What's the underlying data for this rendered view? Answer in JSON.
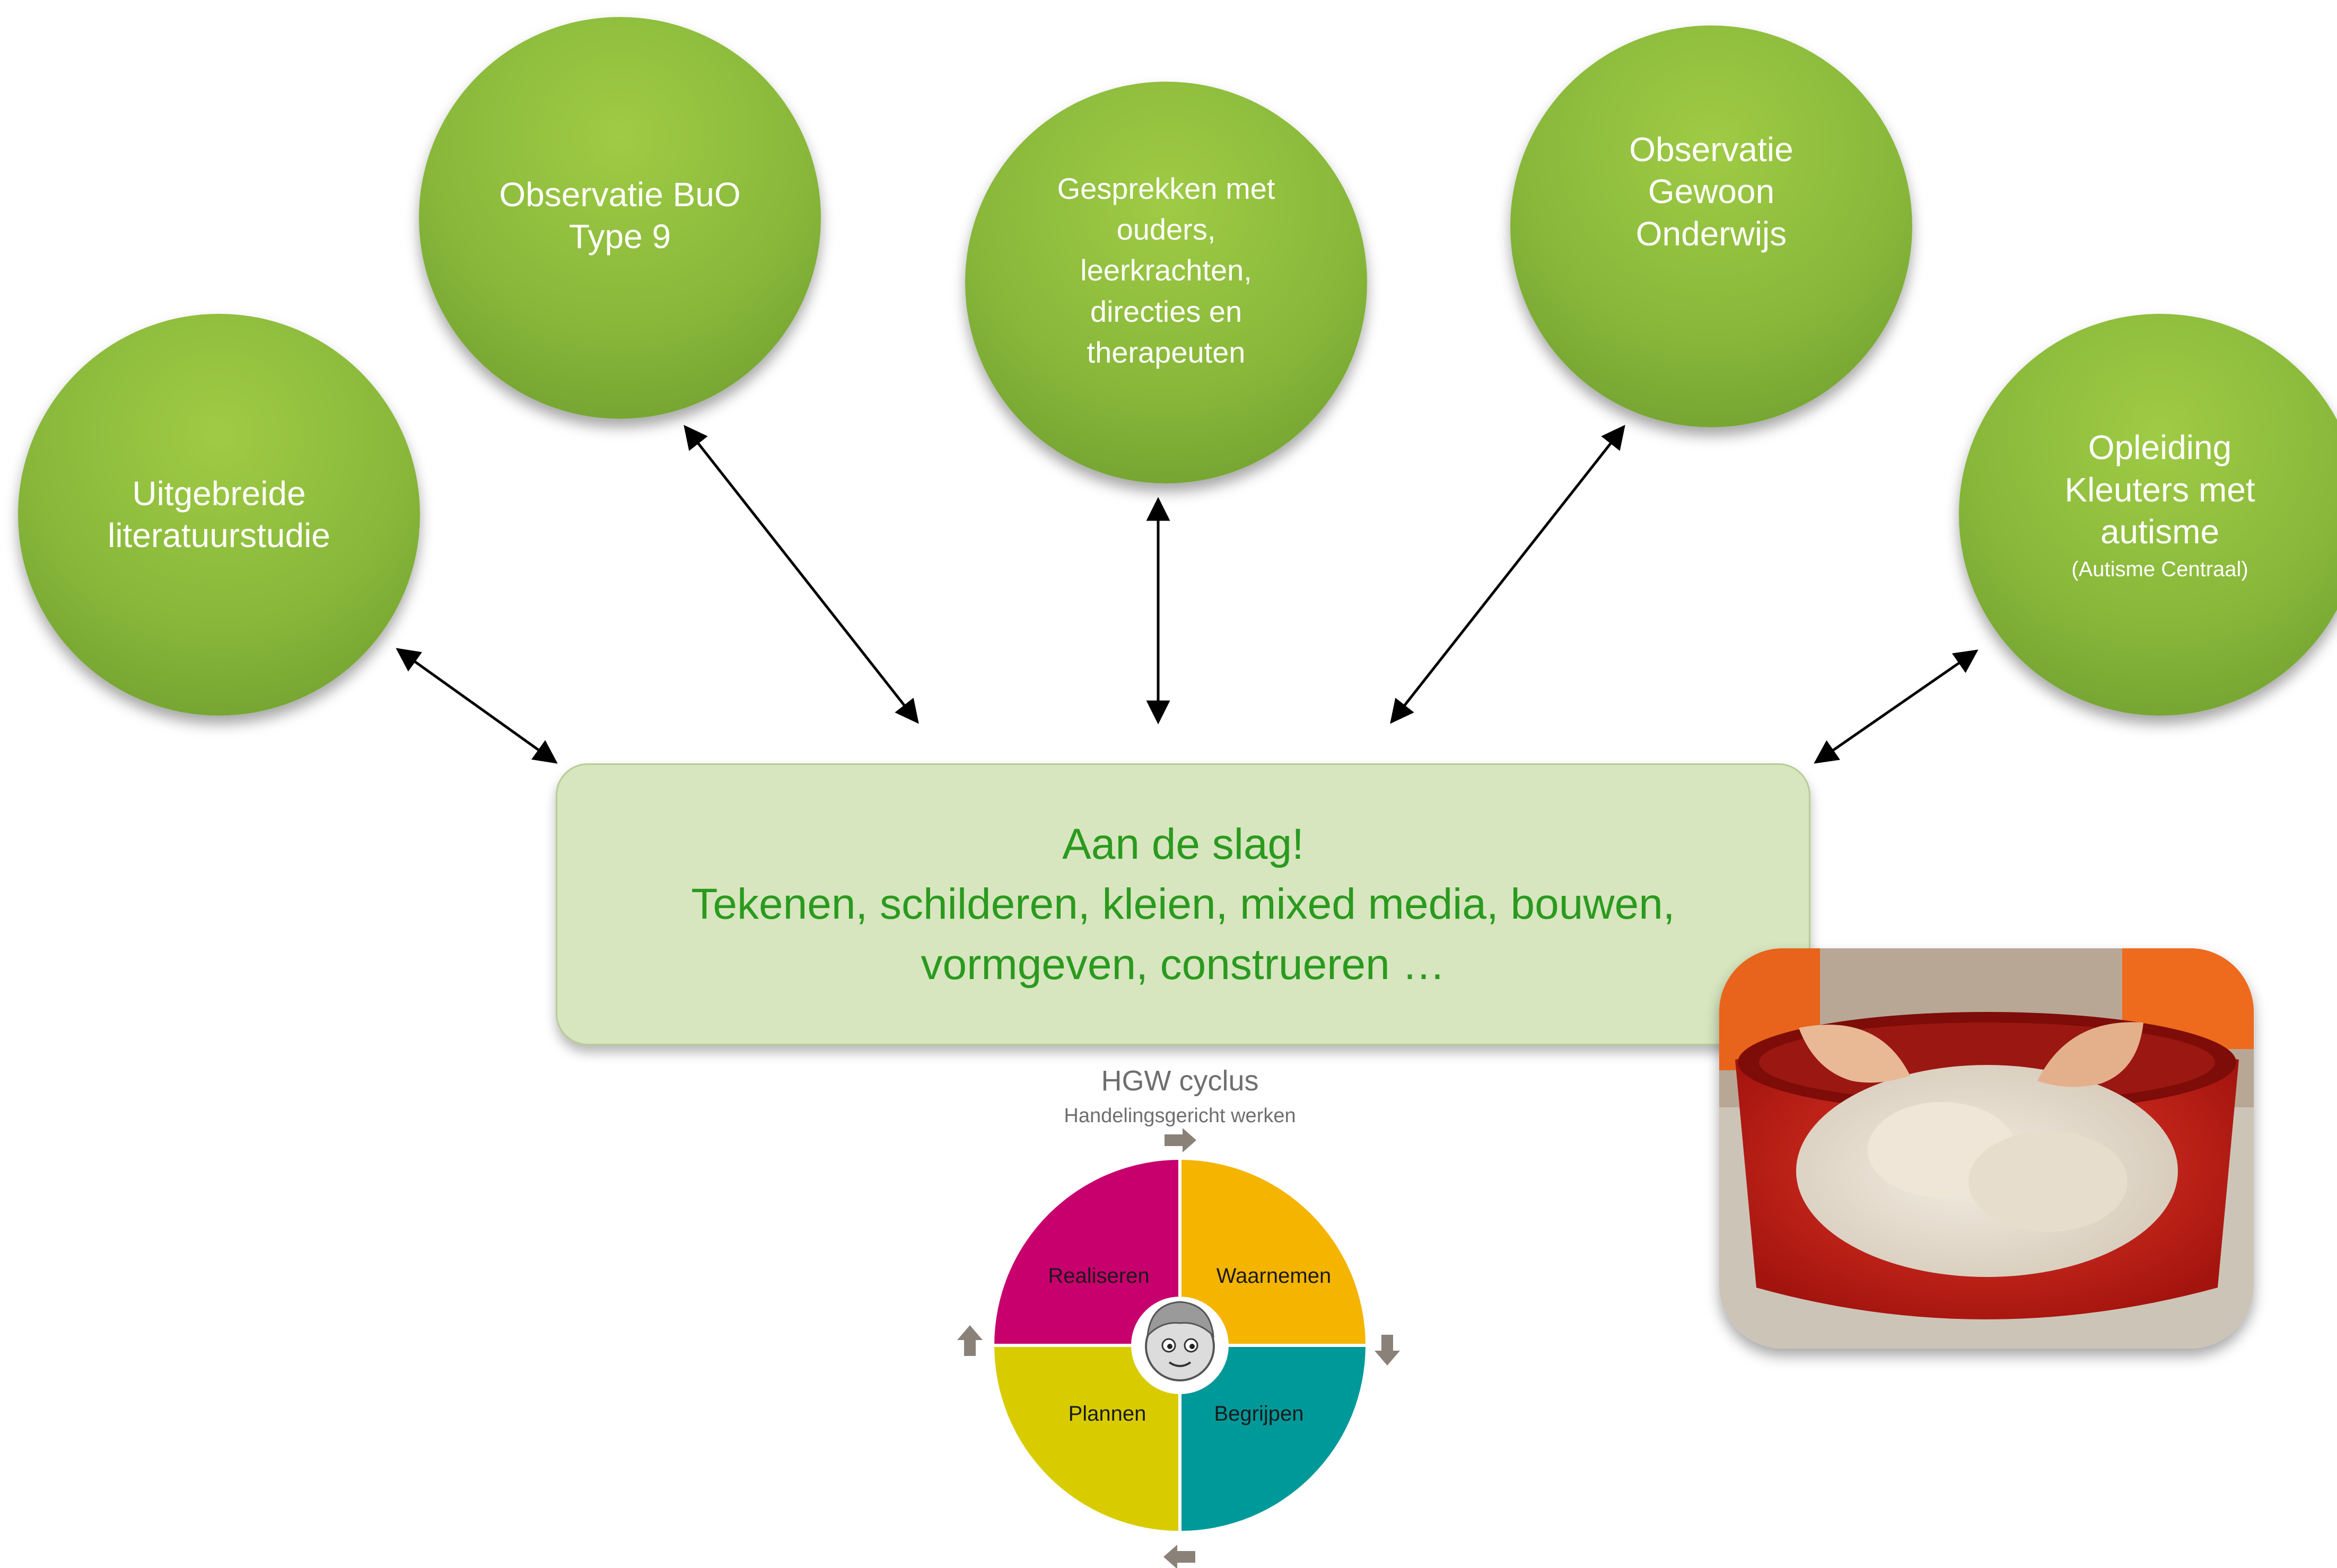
{
  "sources": {
    "literature": {
      "text": "Uitgebreide\nliteratuurstudie"
    },
    "observation_buo": {
      "text": "Observatie BuO\nType 9"
    },
    "conversations": {
      "text": "Gesprekken met\nouders,\nleerkrachten,\ndirecties en\ntherapeuten"
    },
    "observation_regular": {
      "text": "Observatie\nGewoon\nOnderwijs"
    },
    "training": {
      "text": "Opleiding\nKleuters met\nautisme",
      "sub": "(Autisme Centraal)"
    }
  },
  "action": {
    "line1": "Aan de slag!",
    "line2": "Tekenen, schilderen, kleien, mixed media, bouwen,",
    "line3": "vormgeven, construeren …"
  },
  "hgw": {
    "title": "HGW cyclus",
    "subtitle": "Handelingsgericht werken",
    "quadrants": {
      "realiseren": {
        "label": "Realiseren",
        "color": "#c8006e"
      },
      "waarnemen": {
        "label": "Waarnemen",
        "color": "#f5b400"
      },
      "plannen": {
        "label": "Plannen",
        "color": "#d8cc00"
      },
      "begrijpen": {
        "label": "Begrijpen",
        "color": "#00999a"
      }
    }
  },
  "colors": {
    "circle": "#88b73a",
    "action_box": "#d7e6bf",
    "action_text": "#2a9a1e"
  },
  "photo": {
    "subject": "children's hands kneading dough in a red bowl"
  }
}
